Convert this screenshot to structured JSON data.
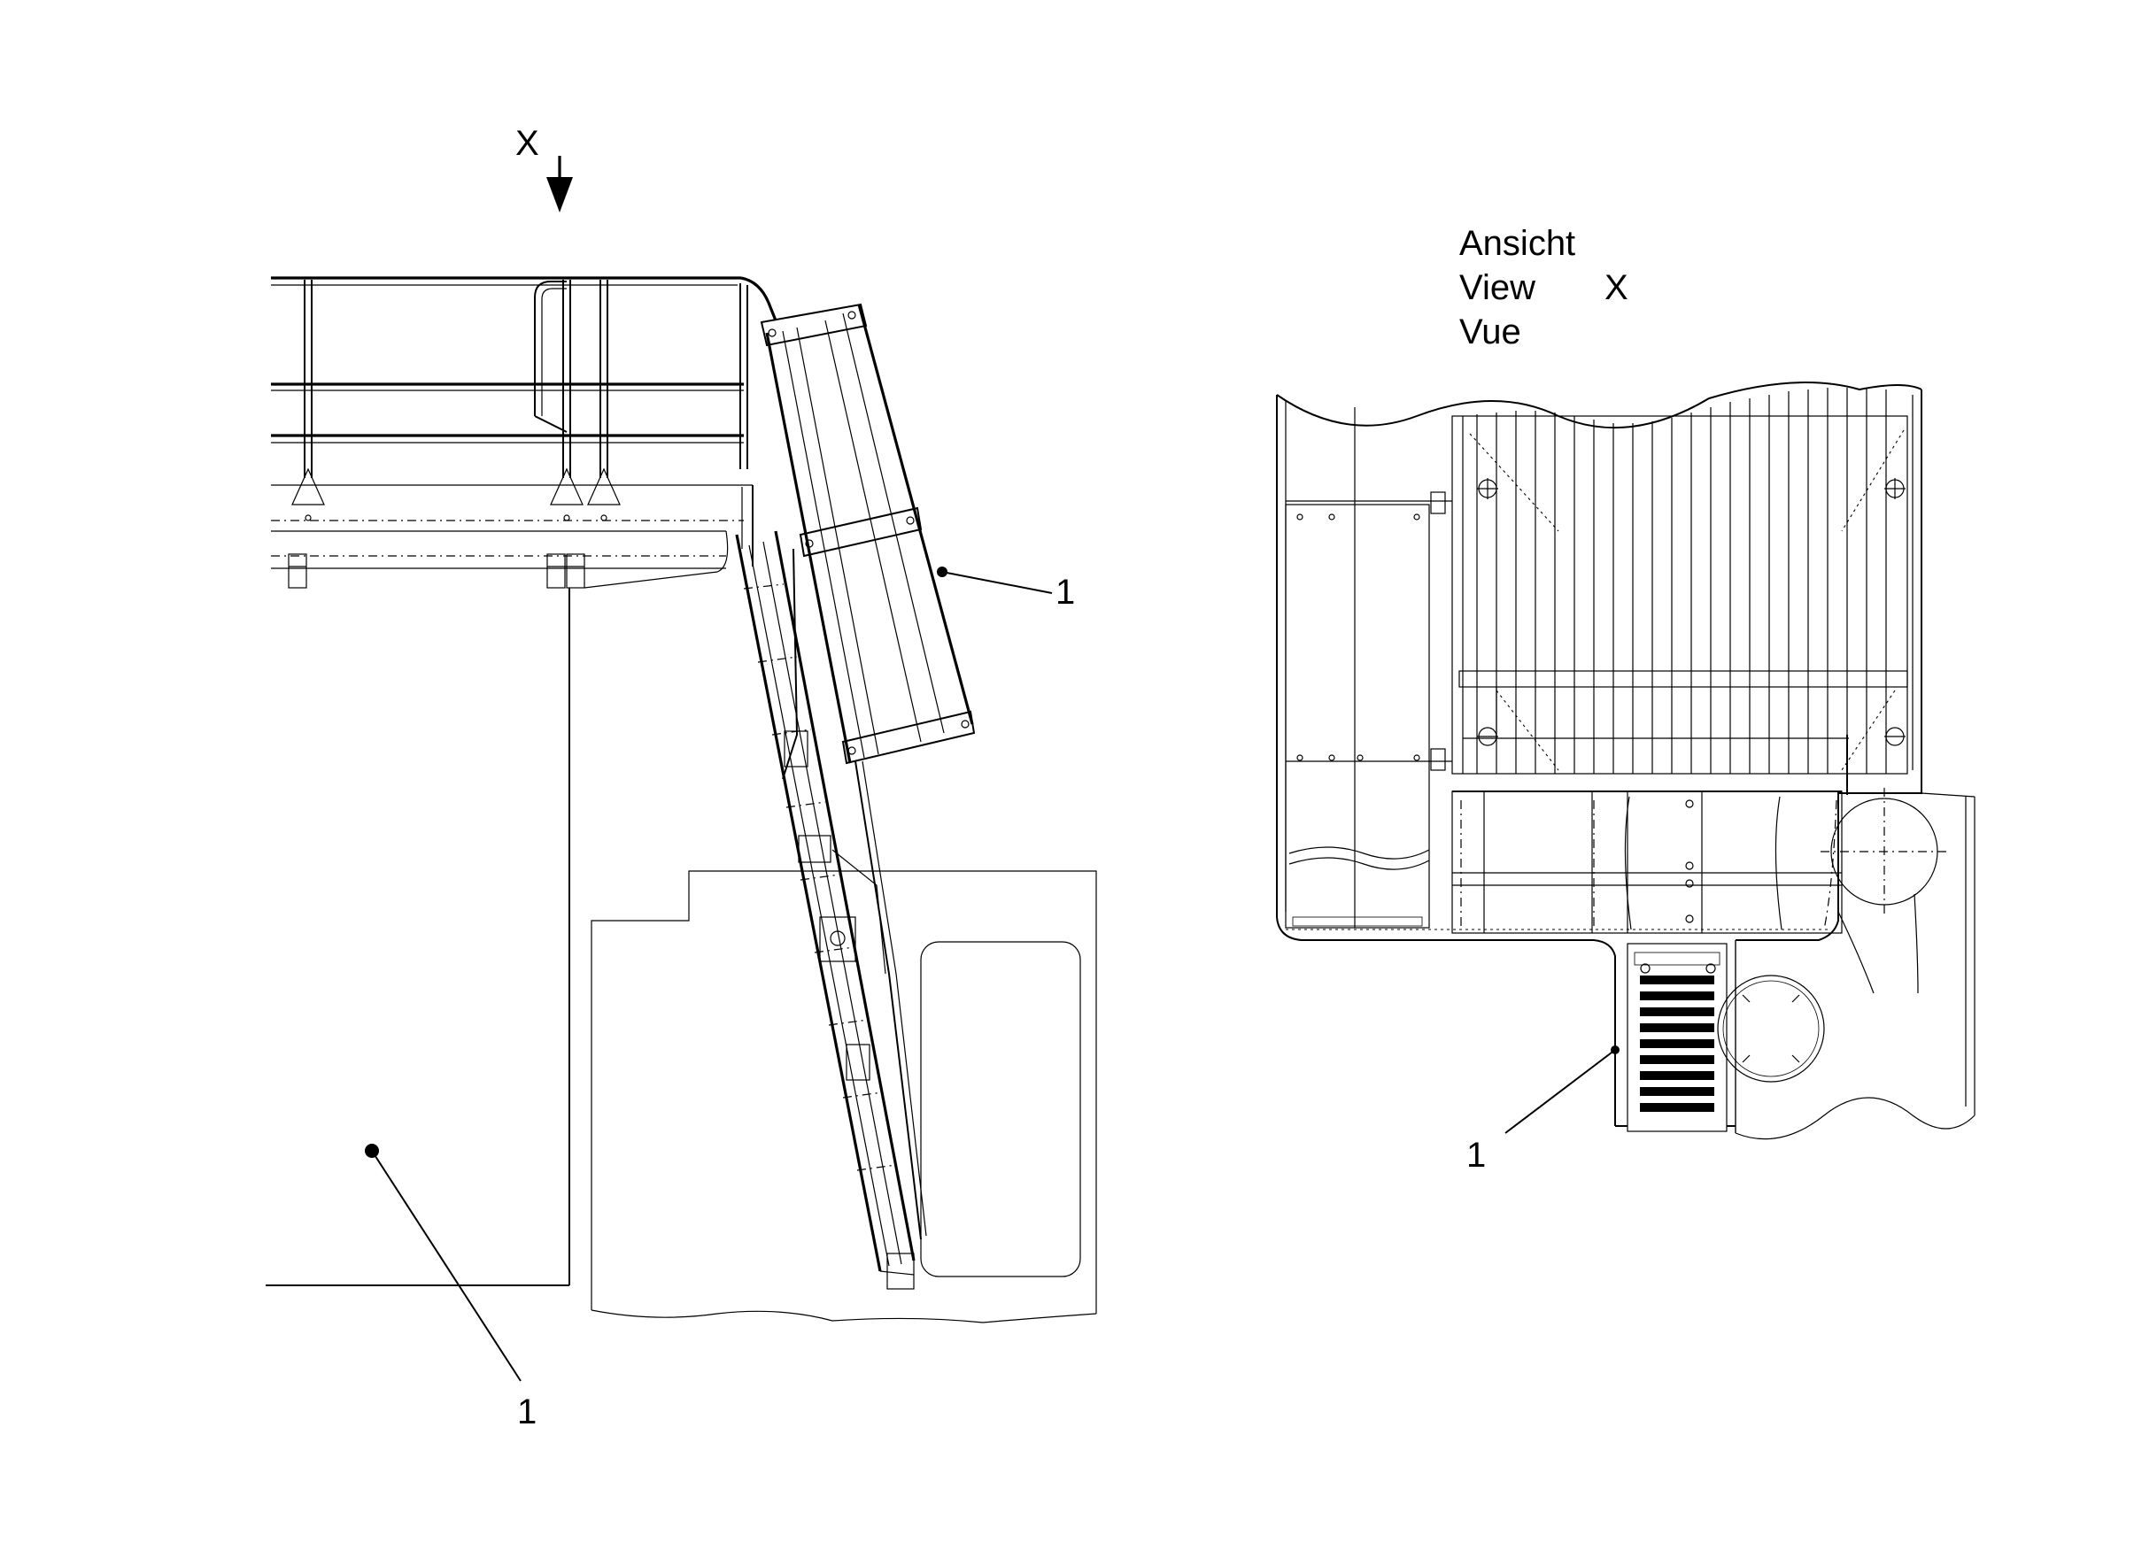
{
  "view_marker": {
    "letter": "X"
  },
  "view_title": {
    "line1": "Ansicht",
    "line2": "View",
    "line3": "Vue",
    "view_letter": "X"
  },
  "callouts": [
    {
      "label": "1"
    },
    {
      "label": "1"
    },
    {
      "label": "1"
    }
  ]
}
